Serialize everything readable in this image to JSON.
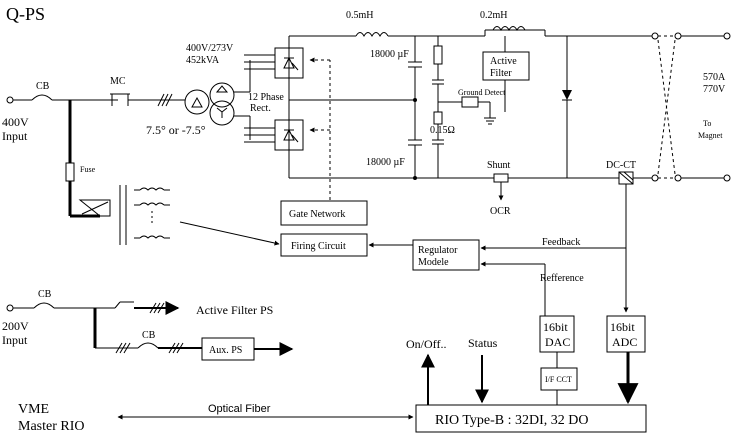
{
  "title": "Q-PS",
  "inputs": {
    "main_voltage": "400V",
    "main_label": "Input",
    "aux_voltage": "200V",
    "aux_label": "Input"
  },
  "breakers": {
    "cb_main": "CB",
    "mc": "MC",
    "cb_aux1": "CB",
    "cb_aux2": "CB"
  },
  "fuse": "Fuse",
  "transformer": {
    "rating_line1": "400V/273V",
    "rating_line2": "452kVA",
    "phase_line1": "12 Phase",
    "phase_line2": "Rect.",
    "shift": "7.5° or -7.5°"
  },
  "components": {
    "inductor1": "0.5mH",
    "inductor2": "0.2mH",
    "cap_top": "18000 µF",
    "cap_bottom": "18000 µF",
    "resistor": "0.15Ω",
    "ground_detect": "Ground Detect",
    "shunt": "Shunt",
    "ocr": "OCR",
    "dcct": "DC-CT",
    "active_filter_line1": "Active",
    "active_filter_line2": "Filter"
  },
  "output": {
    "current": "570A",
    "voltage": "770V",
    "to_line1": "To",
    "to_line2": "Magnet"
  },
  "blocks": {
    "gate_network": "Gate Network",
    "firing_circuit": "Firing Circuit",
    "regulator_line1": "Regulator",
    "regulator_line2": "Modele",
    "dac_line1": "16bit",
    "dac_line2": "DAC",
    "adc_line1": "16bit",
    "adc_line2": "ADC",
    "if_cct": "I/F CCT",
    "rio": "RIO Type-B : 32DI, 32 DO",
    "aux_ps": "Aux. PS"
  },
  "signals": {
    "feedback": "Feedback",
    "reference": "Refference",
    "onoff": "On/Off..",
    "status": "Status",
    "optical_fiber": "Optical Fiber",
    "active_filter_ps": "Active Filter PS"
  },
  "vme": {
    "line1": "VME",
    "line2": "Master RIO"
  }
}
